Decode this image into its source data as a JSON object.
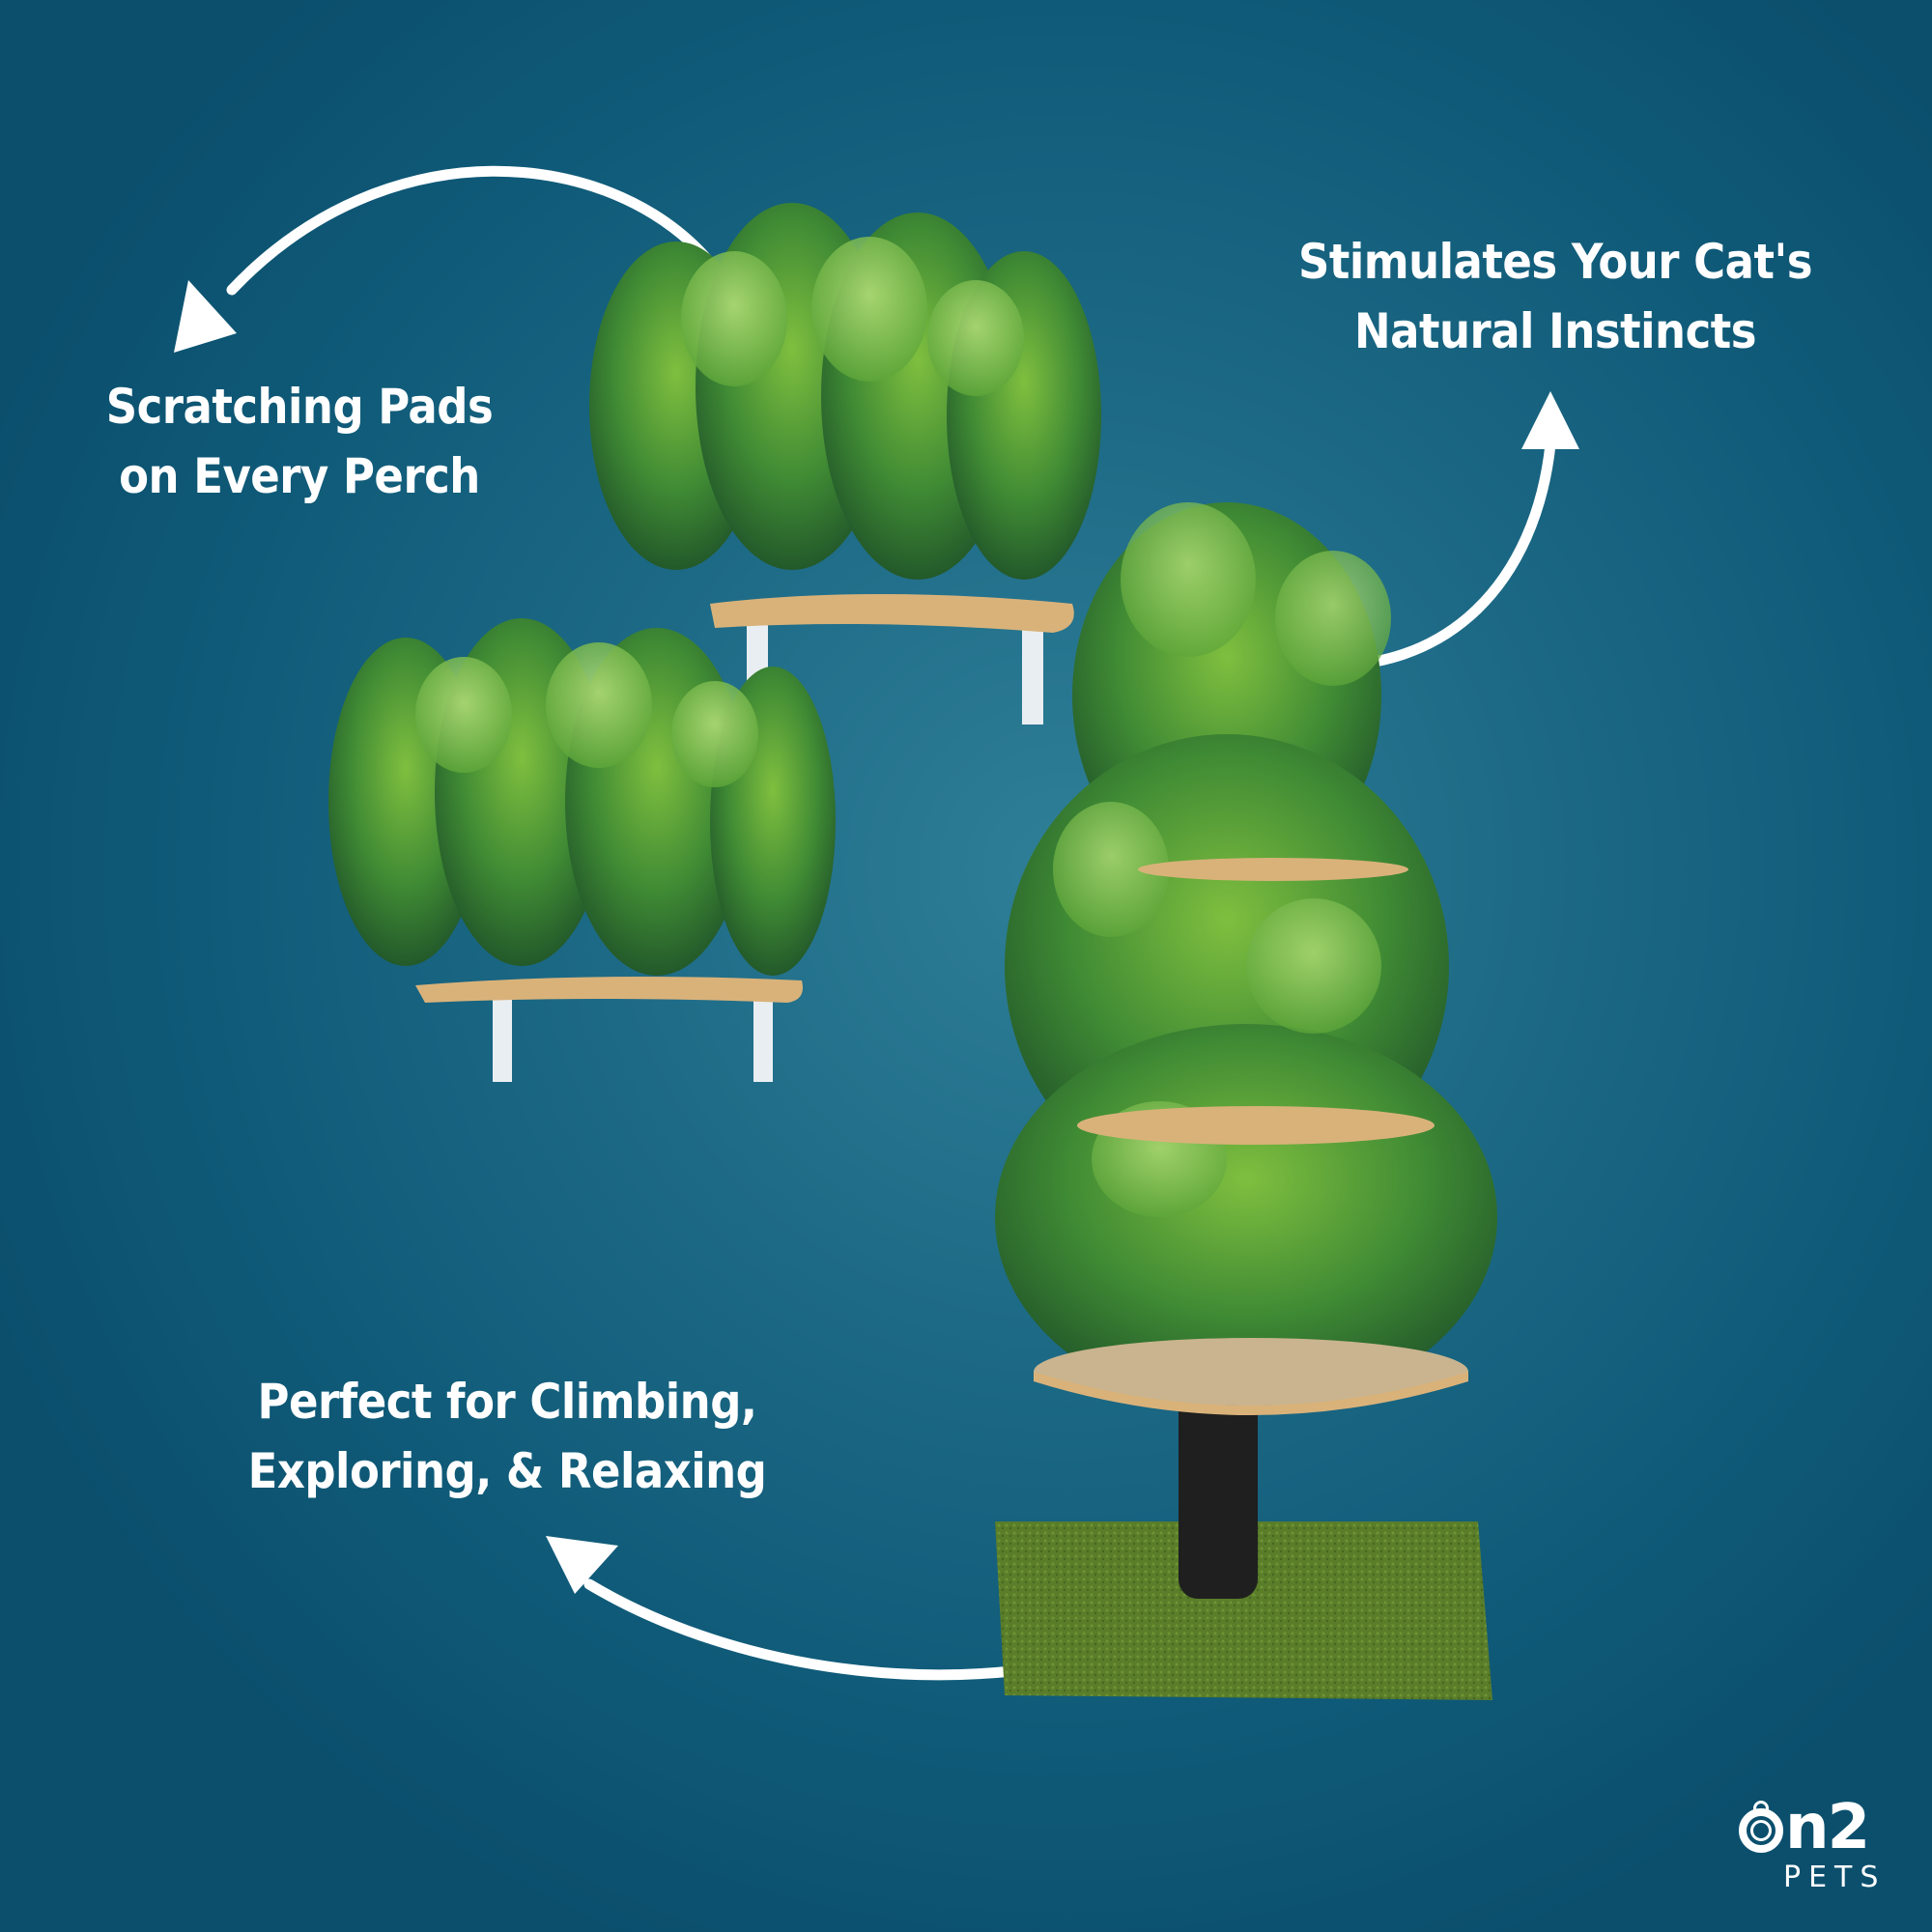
{
  "captions": {
    "scratching": {
      "line1": "Scratching Pads",
      "line2": "on Every Perch"
    },
    "stimulates": {
      "line1": "Stimulates Your Cat's",
      "line2": "Natural Instincts"
    },
    "climbing": {
      "line1": "Perfect for Climbing,",
      "line2": "Exploring, & Relaxing"
    }
  },
  "logo": {
    "brand": "n2",
    "sub": "PETS"
  },
  "colors": {
    "background": "#1d6a86",
    "text": "#ffffff",
    "leaf_dark": "#2f6b2f",
    "leaf_light": "#8cc63f",
    "wood": "#d9b27a",
    "carpet": "#c9b48f",
    "post": "#1f1f1f",
    "grass": "#5c7f2a",
    "bracket": "#e9eef2"
  }
}
